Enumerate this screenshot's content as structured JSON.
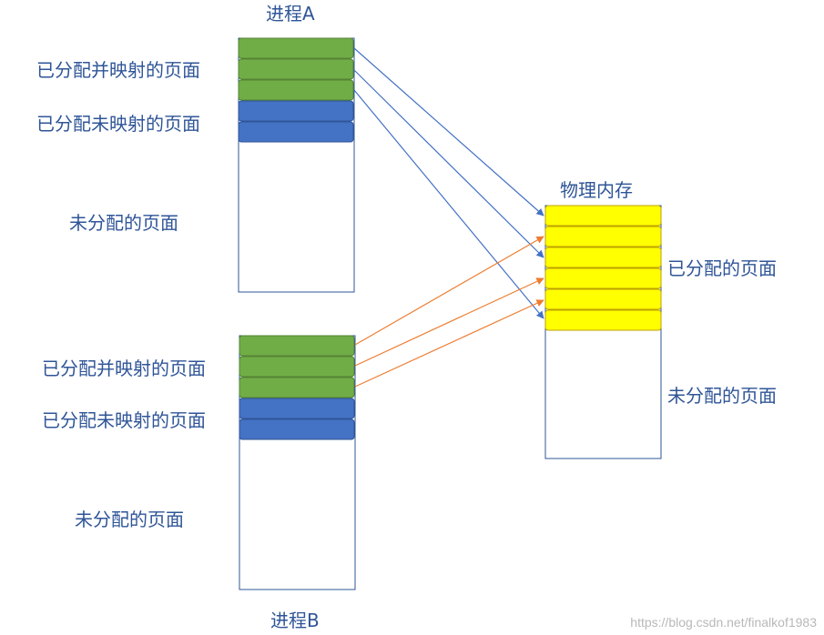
{
  "process_a": {
    "title": "进程A",
    "label_mapped": "已分配并映射的页面",
    "label_unmapped": "已分配未映射的页面",
    "label_unallocated": "未分配的页面"
  },
  "process_b": {
    "title": "进程B",
    "label_mapped": "已分配并映射的页面",
    "label_unmapped": "已分配未映射的页面",
    "label_unallocated": "未分配的页面"
  },
  "physical_memory": {
    "title": "物理内存",
    "label_allocated": "已分配的页面",
    "label_unallocated": "未分配的页面"
  },
  "colors": {
    "mapped_page": "#70ad47",
    "unmapped_page": "#4472c4",
    "physical_page": "#ffff00",
    "arrow_process_a": "#4472c4",
    "arrow_process_b": "#ed7d31",
    "label_text": "#2f5597"
  },
  "watermark": "https://blog.csdn.net/finalkof1983"
}
